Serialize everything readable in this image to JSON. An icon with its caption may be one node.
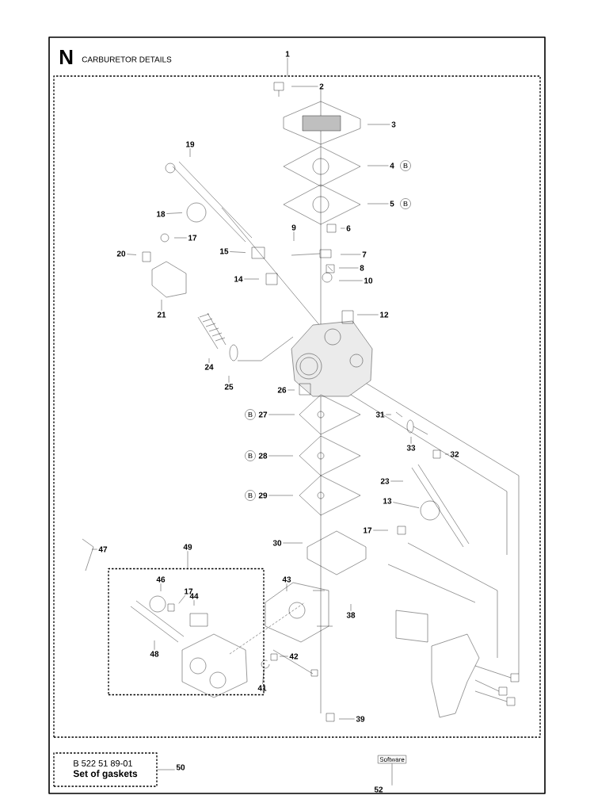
{
  "diagram": {
    "nodes": [
      {
        "text": [],
        "shape": "box"
      },
      {
        "text": [],
        "shape": "box",
        "in": 0
      },
      {
        "text": [
          "B 522 51 89-01",
          "Set of gaskets"
        ]
      },
      {
        "text": [
          "Software"
        ]
      },
      {
        "text": [
          "1"
        ]
      },
      {
        "text": [
          "2"
        ],
        "in": 0
      },
      {
        "text": [
          "3"
        ],
        "in": 0
      },
      {
        "text": [
          "4"
        ],
        "in": 0
      },
      {
        "text": [
          "5"
        ],
        "in": 0
      },
      {
        "text": [
          "6"
        ],
        "in": 0
      },
      {
        "text": [
          "7"
        ],
        "in": 0
      },
      {
        "text": [
          "8"
        ],
        "in": 0
      },
      {
        "text": [
          "9"
        ],
        "in": 0
      },
      {
        "text": [
          "10"
        ],
        "in": 0
      },
      {
        "text": [
          "12"
        ],
        "in": 0
      },
      {
        "text": [
          "13"
        ],
        "in": 0
      },
      {
        "text": [
          "14"
        ],
        "in": 0
      },
      {
        "text": [
          "15"
        ],
        "in": 0
      },
      {
        "text": [
          "17"
        ],
        "in": 0
      },
      {
        "text": [
          "17"
        ],
        "in": 0
      },
      {
        "text": [
          "17"
        ],
        "in": 1
      },
      {
        "text": [
          "18"
        ],
        "in": 0
      },
      {
        "text": [
          "19"
        ],
        "in": 0
      },
      {
        "text": [
          "20"
        ],
        "in": 0
      },
      {
        "text": [
          "21"
        ],
        "in": 0
      },
      {
        "text": [
          "23"
        ],
        "in": 0
      },
      {
        "text": [
          "24"
        ],
        "in": 0
      },
      {
        "text": [
          "25"
        ],
        "in": 0
      },
      {
        "text": [
          "26"
        ],
        "in": 0
      },
      {
        "text": [
          "27"
        ],
        "in": 0
      },
      {
        "text": [
          "28"
        ],
        "in": 0
      },
      {
        "text": [
          "29"
        ],
        "in": 0
      },
      {
        "text": [
          "30"
        ],
        "in": 0
      },
      {
        "text": [
          "31"
        ],
        "in": 0
      },
      {
        "text": [
          "32"
        ],
        "in": 0
      },
      {
        "text": [
          "33"
        ],
        "in": 0
      },
      {
        "text": [
          "38"
        ],
        "in": 0
      },
      {
        "text": [
          "39"
        ],
        "in": 0
      },
      {
        "text": [
          "41"
        ],
        "in": 1
      },
      {
        "text": [
          "42"
        ],
        "in": 0
      },
      {
        "text": [
          "43"
        ],
        "in": 0
      },
      {
        "text": [
          "44"
        ],
        "in": 1
      },
      {
        "text": [
          "46"
        ],
        "in": 1
      },
      {
        "text": [
          "47"
        ],
        "in": 0
      },
      {
        "text": [
          "48"
        ],
        "in": 1
      },
      {
        "text": [
          "49"
        ],
        "in": 0
      },
      {
        "text": [
          "50"
        ]
      },
      {
        "text": [
          "52"
        ]
      },
      {
        "text": [
          "B"
        ],
        "in": 0
      },
      {
        "text": [
          "B"
        ],
        "in": 0
      },
      {
        "text": [
          "B"
        ],
        "in": 0
      },
      {
        "text": [
          "B"
        ],
        "in": 0
      },
      {
        "text": [
          "B"
        ],
        "in": 0
      }
    ],
    "edges": [
      {
        "from": 4,
        "to": 0,
        "arrow": "none"
      },
      {
        "from": 5,
        "to": null,
        "arrow": "none"
      },
      {
        "from": 6,
        "to": null,
        "arrow": "none"
      },
      {
        "from": 7,
        "to": null,
        "arrow": "none"
      },
      {
        "from": 8,
        "to": null,
        "arrow": "none"
      },
      {
        "from": 9,
        "to": null,
        "arrow": "none"
      },
      {
        "from": 10,
        "to": null,
        "arrow": "none"
      },
      {
        "from": 11,
        "to": null,
        "arrow": "none"
      },
      {
        "from": 12,
        "to": null,
        "arrow": "none"
      },
      {
        "from": 13,
        "to": null,
        "arrow": "none"
      },
      {
        "from": 14,
        "to": null,
        "arrow": "none"
      },
      {
        "from": 15,
        "to": null,
        "arrow": "none"
      },
      {
        "from": 16,
        "to": null,
        "arrow": "none"
      },
      {
        "from": 17,
        "to": null,
        "arrow": "none"
      },
      {
        "from": 18,
        "to": null,
        "arrow": "none"
      },
      {
        "from": 19,
        "to": null,
        "arrow": "none"
      },
      {
        "from": 20,
        "to": null,
        "arrow": "none"
      },
      {
        "from": 21,
        "to": null,
        "arrow": "none"
      },
      {
        "from": 22,
        "to": null,
        "arrow": "none"
      },
      {
        "from": 23,
        "to": null,
        "arrow": "none"
      },
      {
        "from": 24,
        "to": null,
        "arrow": "none"
      },
      {
        "from": 25,
        "to": null,
        "arrow": "none"
      },
      {
        "from": 26,
        "to": null,
        "arrow": "none"
      },
      {
        "from": 27,
        "to": null,
        "arrow": "none"
      },
      {
        "from": 28,
        "to": null,
        "arrow": "none"
      },
      {
        "from": 29,
        "to": null,
        "arrow": "none"
      },
      {
        "from": 30,
        "to": null,
        "arrow": "none"
      },
      {
        "from": 31,
        "to": null,
        "arrow": "none"
      },
      {
        "from": 32,
        "to": null,
        "arrow": "none"
      },
      {
        "from": 33,
        "to": null,
        "arrow": "none"
      },
      {
        "from": 34,
        "to": null,
        "arrow": "none"
      },
      {
        "from": 35,
        "to": null,
        "arrow": "none"
      },
      {
        "from": 36,
        "to": null,
        "arrow": "none"
      },
      {
        "from": 37,
        "to": null,
        "arrow": "none"
      },
      {
        "from": 38,
        "to": null,
        "arrow": "none"
      },
      {
        "from": 39,
        "to": null,
        "arrow": "none"
      },
      {
        "from": 40,
        "to": null,
        "arrow": "none"
      },
      {
        "from": 41,
        "to": null,
        "arrow": "none"
      },
      {
        "from": 42,
        "to": null,
        "arrow": "none"
      },
      {
        "from": 43,
        "to": null,
        "arrow": "none"
      },
      {
        "from": 44,
        "to": null,
        "arrow": "none"
      },
      {
        "from": 45,
        "to": 1,
        "arrow": "none"
      },
      {
        "from": 2,
        "to": 46,
        "arrow": "none"
      },
      {
        "from": 3,
        "to": 47,
        "arrow": "none"
      }
    ],
    "labels": [
      "N",
      "CARBURETOR DETAILS"
    ]
  }
}
